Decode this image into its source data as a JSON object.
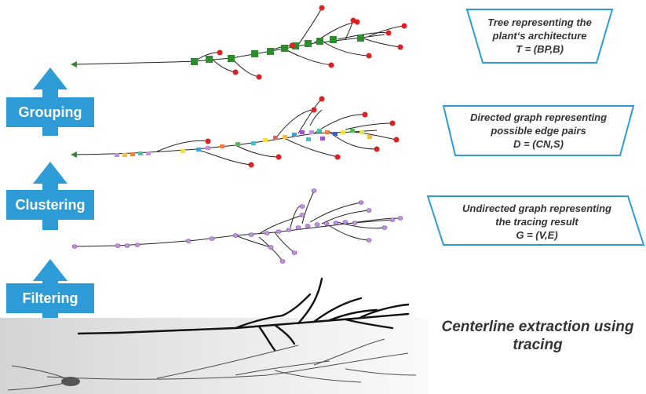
{
  "steps": {
    "grouping": "Grouping",
    "clustering": "Clustering",
    "filtering": "Filtering"
  },
  "captions": {
    "tree": {
      "line1": "Tree representing the",
      "line2": "plant‘s architecture",
      "line3": "T = (BP,B)"
    },
    "directed": {
      "line1": "Directed graph representing",
      "line2": "possible edge pairs",
      "line3": "D = (CN,S)"
    },
    "undirected": {
      "line1": "Undirected graph representing",
      "line2": "the tracing result",
      "line3": "G = (V,E)"
    },
    "centerline": "Centerline extraction using tracing"
  },
  "colors": {
    "accent": "#2d9bd6",
    "caption_border": "#2d9bd6",
    "node_green": "#2e8b2e",
    "node_red": "#e02020",
    "node_purple": "#c38fe0"
  }
}
